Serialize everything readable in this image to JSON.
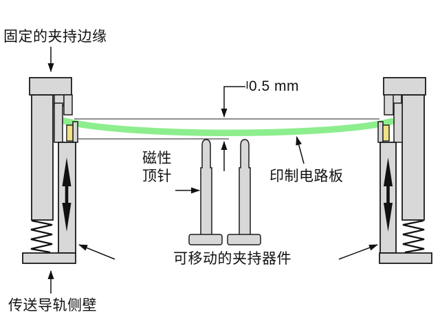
{
  "labels": {
    "fixed_clamping_edge": "固定的夹持边缘",
    "sag_dimension": "0.5 mm",
    "magnetic_pin_line1": "磁性",
    "magnetic_pin_line2": "顶针",
    "pcb": "印制电路板",
    "movable_clamp": "可移动的夹持器件",
    "rail_side_wall": "传送导轨侧壁"
  },
  "colors": {
    "pcb_green": "#8DEE8D",
    "part_fill": "#D8D8D8",
    "pad_yellow": "#F0E387",
    "outline": "#1A1A1A",
    "background": "#FFFFFF"
  }
}
